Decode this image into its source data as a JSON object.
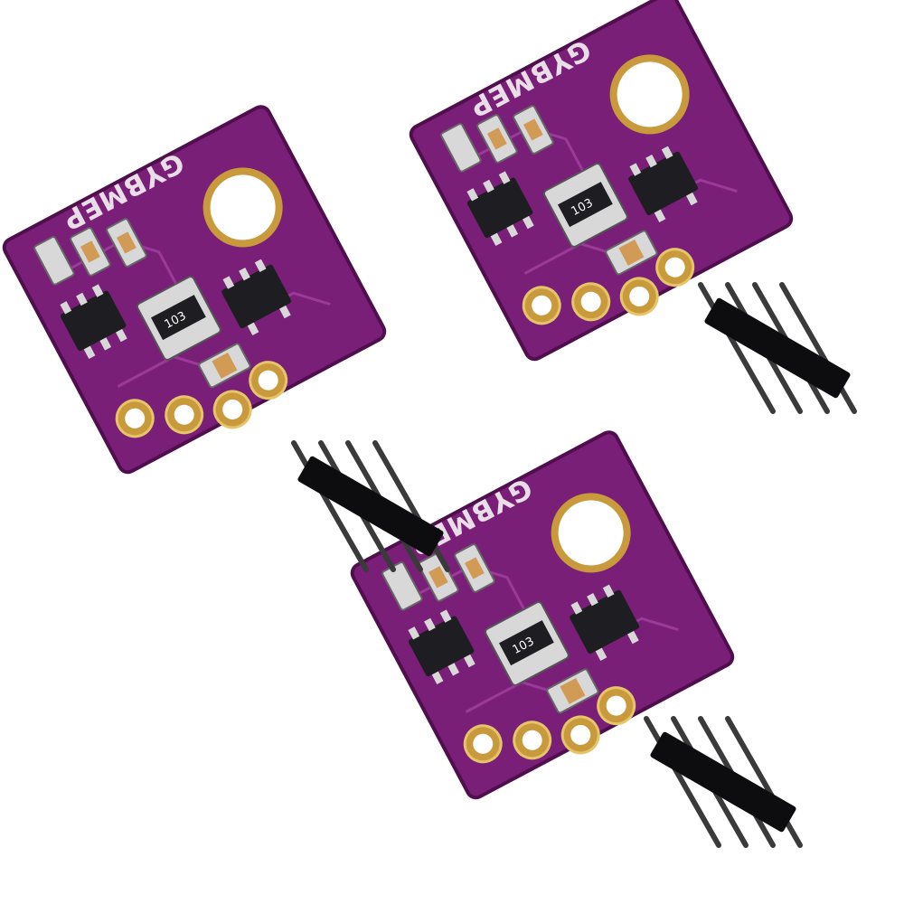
{
  "scene": {
    "background": "#ffffff",
    "boards": [
      {
        "label": "GYBMEP",
        "resistor_marking": "103"
      },
      {
        "label": "GYBMEP",
        "resistor_marking": "103"
      },
      {
        "label": "GYBMEP",
        "resistor_marking": "103"
      }
    ],
    "pin_headers": [
      {
        "pins": 4
      },
      {
        "pins": 4
      },
      {
        "pins": 4
      }
    ]
  },
  "colors": {
    "pcb": "#7a1f78",
    "pcb_edge": "#4e0f4c",
    "pcb_trace": "#9b3a98",
    "gold": "#c89a3c",
    "gold_light": "#e6c56a",
    "silk": "#e9dde8",
    "chip": "#1e1e22",
    "component_metal": "#d8d8d8",
    "capacitor_body": "#d19a55",
    "header_plastic": "#0d0d0f",
    "pin_metal": "#3a3a3a"
  },
  "icons": {
    "board": "pcb-module-icon",
    "header": "pin-header-icon"
  }
}
